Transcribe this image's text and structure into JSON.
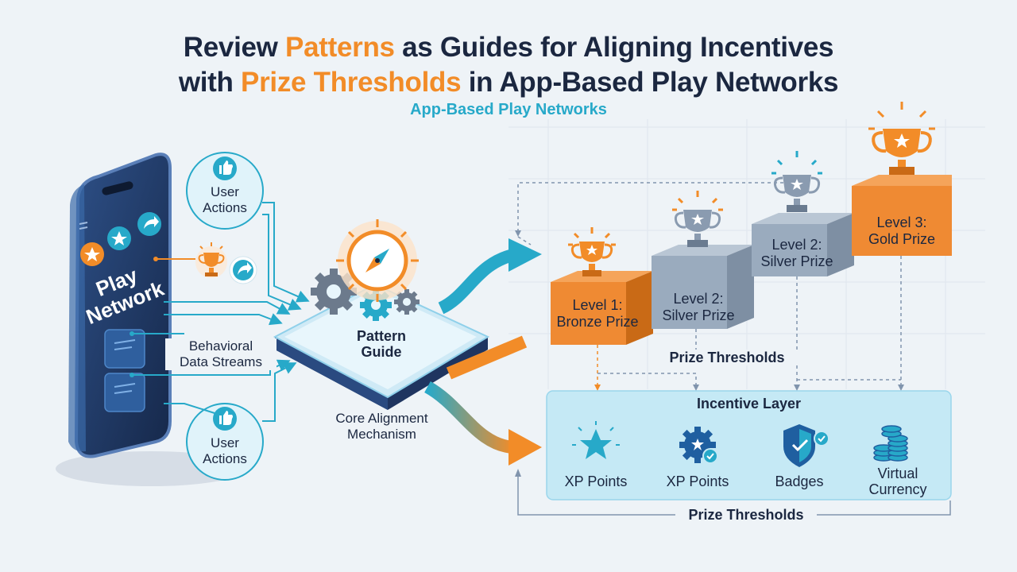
{
  "title": {
    "line1_a": "Review ",
    "line1_b": "Patterns",
    "line1_c": " as Guides for Aligning Incentives",
    "line2_a": "with ",
    "line2_b": "Prize Thresholds",
    "line2_c": " in App-Based Play Networks"
  },
  "subtitle": "App-Based Play Networks",
  "phone": {
    "line1": "Play",
    "line2": "Network"
  },
  "inputs": {
    "user_actions_top": "User\nActions",
    "user_actions_bottom": "User\nActions",
    "behavioral": "Behavioral\nData Streams"
  },
  "core": {
    "guide_label": "Pattern\nGuide",
    "mechanism_label": "Core Alignment\nMechanism"
  },
  "prizes": [
    {
      "label": "Level 1:\nBronze Prize",
      "tier": "bronze"
    },
    {
      "label": "Level 2:\nSilver Prize",
      "tier": "silver"
    },
    {
      "label": "Level 2:\nSilver Prize",
      "tier": "silver"
    },
    {
      "label": "Level 3:\nGold Prize",
      "tier": "gold"
    }
  ],
  "prize_thresholds_label": "Prize Thresholds",
  "incentive_layer": {
    "title": "Incentive Layer",
    "items": [
      {
        "label": "XP Points",
        "icon": "star-icon"
      },
      {
        "label": "XP Points",
        "icon": "gear-check-icon"
      },
      {
        "label": "Badges",
        "icon": "shield-check-icon"
      },
      {
        "label": "Virtual\nCurrency",
        "icon": "coins-icon"
      }
    ]
  },
  "bottom_thresholds_label": "Prize Thresholds",
  "colors": {
    "navy": "#1b2740",
    "orange": "#f28c28",
    "teal": "#27a9c9",
    "bronze": "#ef8a33",
    "silver": "#9aabbe",
    "incentive_bg": "#c5e9f5"
  }
}
